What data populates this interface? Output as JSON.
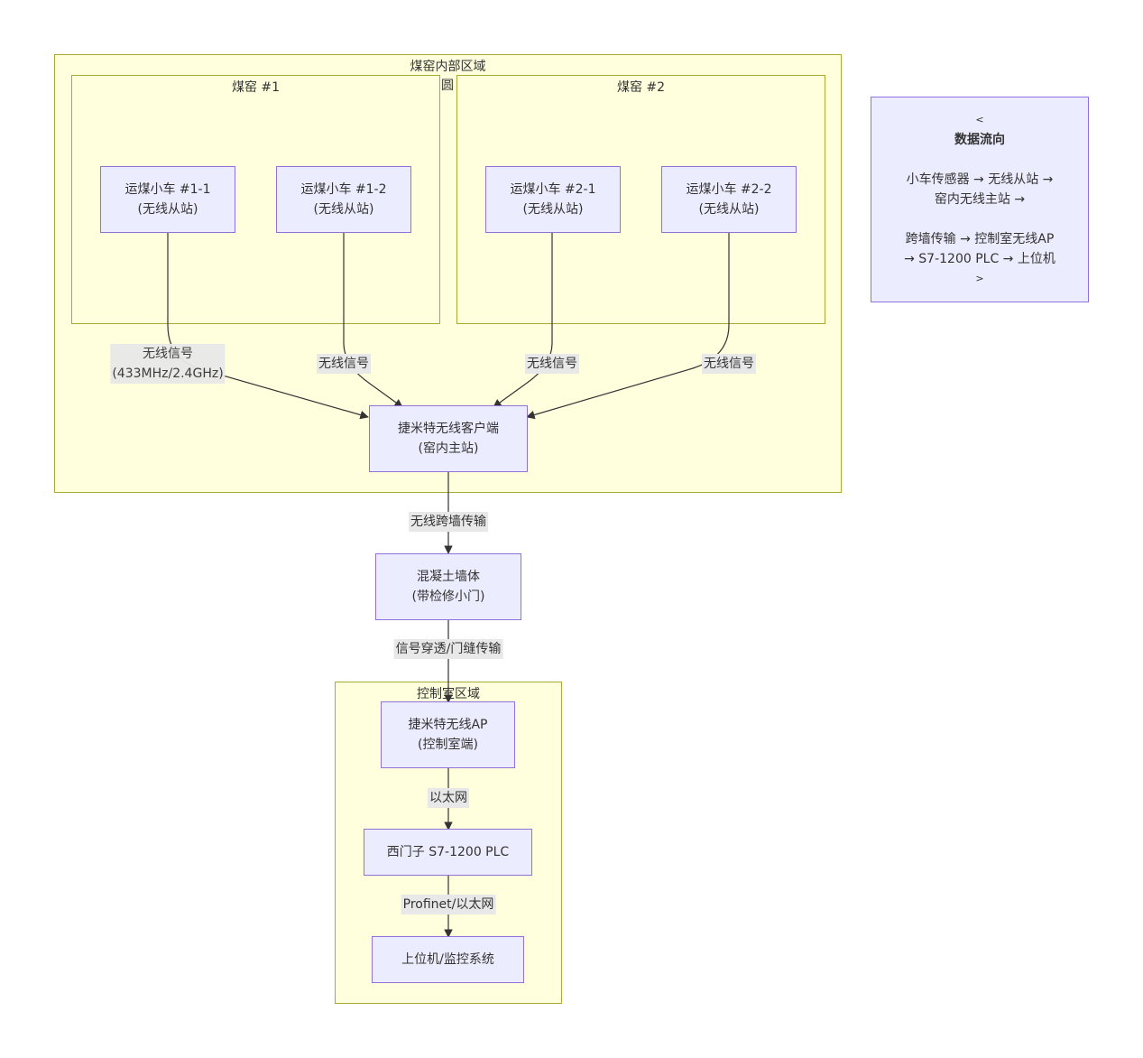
{
  "clusters": {
    "kiln_zone": "煤窑内部区域",
    "kiln1": "煤窑 #1",
    "kiln2": "煤窑 #2",
    "control_zone": "控制室区域",
    "stray_fragment": "圆"
  },
  "nodes": {
    "cart11": {
      "line1": "运煤小车 #1-1",
      "line2": "(无线从站)"
    },
    "cart12": {
      "line1": "运煤小车 #1-2",
      "line2": "(无线从站)"
    },
    "cart21": {
      "line1": "运煤小车 #2-1",
      "line2": "(无线从站)"
    },
    "cart22": {
      "line1": "运煤小车 #2-2",
      "line2": "(无线从站)"
    },
    "client": {
      "line1": "捷米特无线客户端",
      "line2": "(窑内主站)"
    },
    "wall": {
      "line1": "混凝土墙体",
      "line2": "(带检修小门)"
    },
    "ap": {
      "line1": "捷米特无线AP",
      "line2": "(控制室端)"
    },
    "plc": {
      "line1": "西门子 S7-1200 PLC"
    },
    "host": {
      "line1": "上位机/监控系统"
    }
  },
  "edge_labels": {
    "e1_line1": "无线信号",
    "e1_line2": "(433MHz/2.4GHz)",
    "e2": "无线信号",
    "e3": "无线信号",
    "e4": "无线信号",
    "e5": "无线跨墙传输",
    "e6": "信号穿透/门缝传输",
    "e7": "以太网",
    "e8": "Profinet/以太网"
  },
  "note": {
    "open": "<",
    "heading": "数据流向",
    "line1": "小车传感器 → 无线从站 →",
    "line2": "窑内无线主站 →",
    "line3": "跨墙传输 → 控制室无线AP",
    "line4": "→ S7-1200 PLC → 上位机",
    "close": ">"
  },
  "colors": {
    "cluster_fill": "#ffffde",
    "cluster_border": "#aaaa33",
    "node_fill": "#ececff",
    "node_border": "#9370db",
    "edge": "#333333",
    "label_bg": "#e8e8e8"
  }
}
